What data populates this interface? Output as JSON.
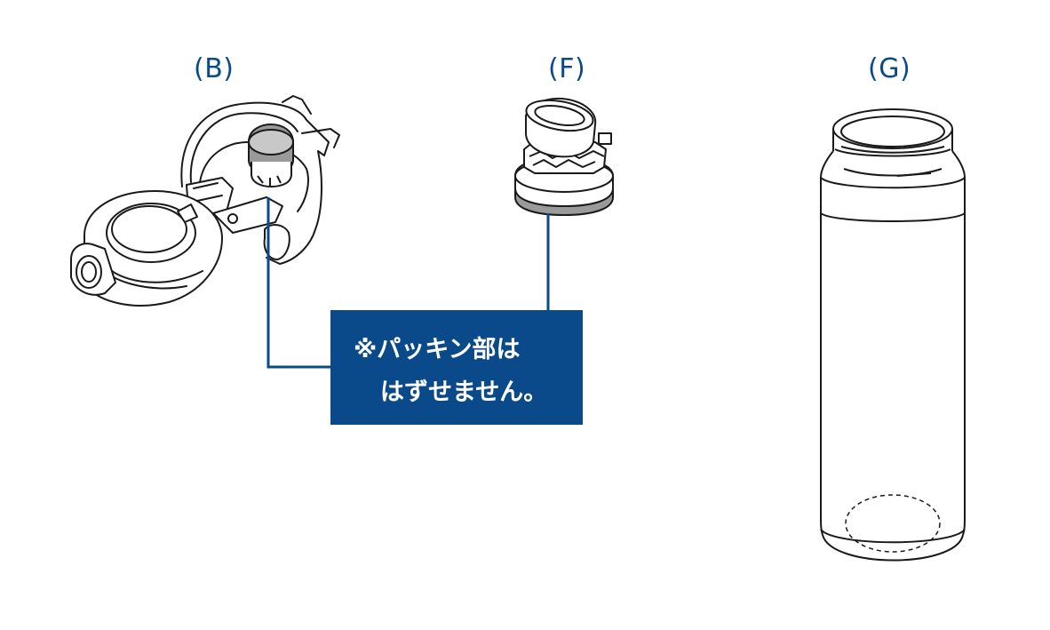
{
  "labels": {
    "b": "(B)",
    "f": "(F)",
    "g": "(G)"
  },
  "note": {
    "line1": "※パッキン部は",
    "line2": "はずせません。"
  },
  "colors": {
    "accent": "#0b4a8a",
    "line": "#1a1a1a",
    "packing": "#9a9a9a",
    "packing_light": "#c8c8c8"
  }
}
